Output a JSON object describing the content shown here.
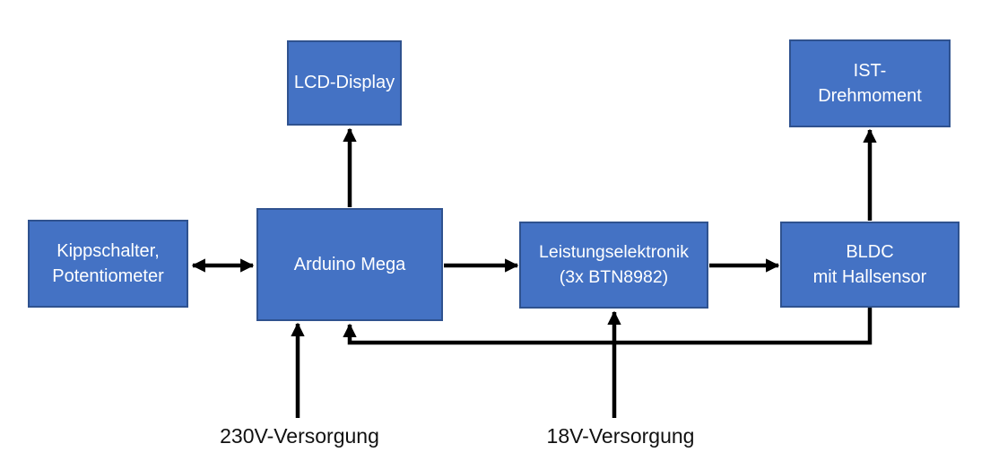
{
  "diagram": {
    "colors": {
      "box_fill": "#4472C4",
      "box_border": "#2F528F",
      "arrow": "#000000",
      "box_text": "#FFFFFF",
      "label_text": "#111111",
      "canvas_bg": "#FFFFFF"
    },
    "nodes": {
      "kippschalter": {
        "lines": [
          "Kippschalter,",
          "Potentiometer"
        ]
      },
      "arduino": {
        "lines": [
          "Arduino Mega"
        ]
      },
      "lcd": {
        "lines": [
          "LCD-Display"
        ]
      },
      "leistung": {
        "lines": [
          "Leistungselektronik",
          "(3x BTN8982)"
        ]
      },
      "bldc": {
        "lines": [
          "BLDC",
          "mit Hallsensor"
        ]
      },
      "ist": {
        "lines": [
          "IST-",
          "Drehmoment"
        ]
      }
    },
    "labels": {
      "supply_230v": "230V-Versorgung",
      "supply_18v": "18V-Versorgung"
    },
    "connections": [
      {
        "from": "Kippschalter, Potentiometer",
        "to": "Arduino Mega",
        "style": "bidirectional"
      },
      {
        "from": "Arduino Mega",
        "to": "LCD-Display",
        "style": "directed"
      },
      {
        "from": "Arduino Mega",
        "to": "Leistungselektronik (3x BTN8982)",
        "style": "directed"
      },
      {
        "from": "Leistungselektronik (3x BTN8982)",
        "to": "BLDC mit Hallsensor",
        "style": "directed"
      },
      {
        "from": "BLDC mit Hallsensor",
        "to": "IST-Drehmoment",
        "style": "directed"
      },
      {
        "from": "BLDC mit Hallsensor",
        "to": "Arduino Mega",
        "style": "directed-elbow-feedback"
      },
      {
        "from": "230V-Versorgung",
        "to": "Arduino Mega",
        "style": "directed"
      },
      {
        "from": "18V-Versorgung",
        "to": "Leistungselektronik (3x BTN8982)",
        "style": "directed"
      }
    ]
  }
}
